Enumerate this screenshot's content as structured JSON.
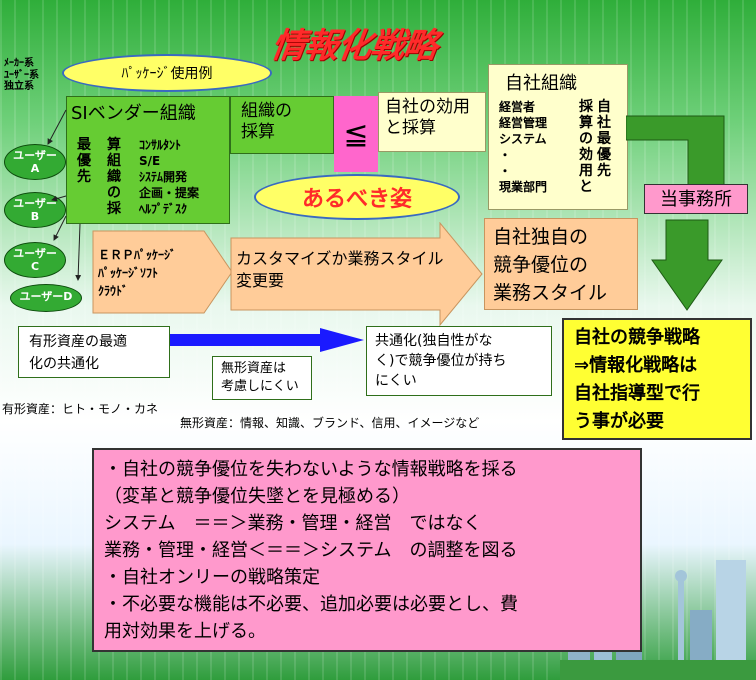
{
  "title": "情報化戦略",
  "left_labels": "ﾒｰｶｰ系\nﾕｰｻﾞｰ系\n独立系",
  "package_example": "ﾊﾟｯｹｰｼﾞ使用例",
  "si_vendor": {
    "title": "SIベンダー組織",
    "col1": "最\n優\n先",
    "col2": "算\n組\n織\nの\n採",
    "roles": "ｺﾝｻﾙﾀﾝﾄ\nS/E\nｼｽﾃﾑ開発\n企画・提案\nﾍﾙﾌﾟﾃﾞｽｸ"
  },
  "org_adoption": "組織の\n採算",
  "leq": "≦",
  "self_benefit": "自社の効用\nと採算",
  "own_org": {
    "title": "自社組織",
    "list": "経営者\n経営管理\nシステム\n・\n・\n現業部門",
    "side": "自\n社\n最\n優\n先"
  },
  "own_org_side2": "採\n算\nの\n効\n用\nと",
  "ideal": "あるべき姿",
  "office": "当事務所",
  "users": [
    "ユーザー\nA",
    "ユーザー\nB",
    "ユーザー\nC",
    "ユーザーD"
  ],
  "erp": "ＥＲＰﾊﾟｯｹｰｼﾞ\nﾊﾟｯｹｰｼﾞｿﾌﾄ\nｸﾗｳﾄﾞ",
  "customize": "カスタマイズか業務スタイル\n変更要",
  "unique_style": "自社独自の\n競争優位の\n業務スタイル",
  "tangible": "有形資産の最適\n化の共通化",
  "intangible_note": "無形資産は\n考慮しにくい",
  "common": "共通化(独自性がな\nく)で競争優位が持ち\nにくい",
  "competitive": "自社の競争戦略\n⇒情報化戦略は\n自社指導型で行\nう事が必要",
  "tangible_def": "有形資産：ヒト・モノ・カネ",
  "intangible_def": "無形資産：情報、知識、ブランド、信用、イメージなど",
  "summary": "・自社の競争優位を失わないような情報戦略を採る\n（変革と競争優位失墜とを見極める）\nシステム　＝＝＞業務・管理・経営　ではなく\n業務・管理・経営＜＝＝＞システム　の調整を図る\n・自社オンリーの戦略策定\n・不必要な機能は不必要、追加必要は必要とし、費\n用対効果を上げる。",
  "colors": {
    "green": "#66cc33",
    "pink": "#ff99cc",
    "yellow": "#ffff66",
    "cream": "#ffffcc",
    "salmon": "#ffcc99",
    "title": "#ff2a2a",
    "arrow_blue": "#1a1aff"
  }
}
